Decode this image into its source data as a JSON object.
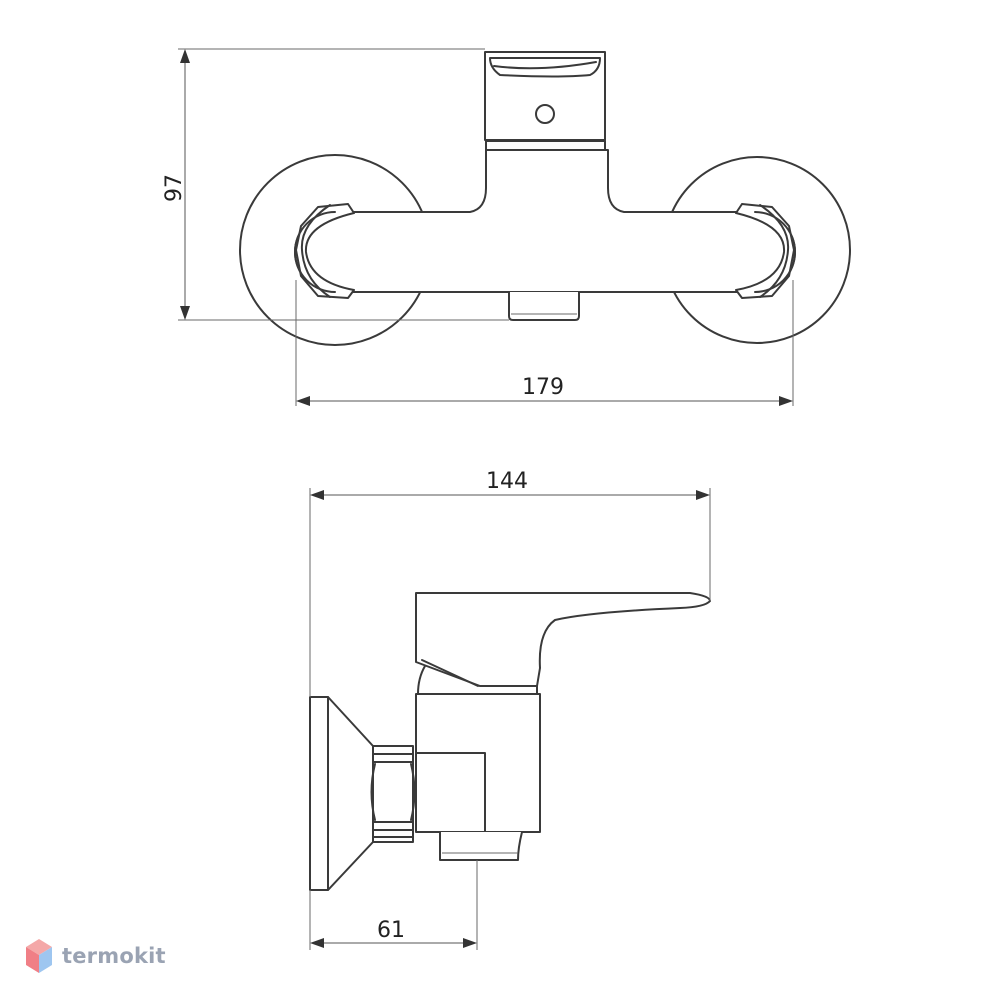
{
  "dimensions": {
    "front_height": "97",
    "front_width": "179",
    "side_length": "144",
    "side_offset": "61"
  },
  "brand": {
    "name": "termokit",
    "colors": {
      "top": "#f4a8a8",
      "left": "#f07f86",
      "right": "#9ec6f0",
      "text": "#9aa3b3"
    }
  }
}
